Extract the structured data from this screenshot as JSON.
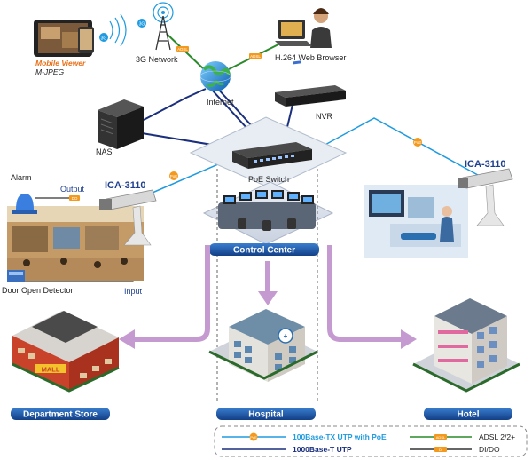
{
  "nodes": {
    "mobile_viewer": "Mobile Viewer",
    "mjpeg": "M-JPEG",
    "network_3g": "3G Network",
    "web_browser": "H.264 Web Browser",
    "internet": "Internet",
    "nvr": "NVR",
    "nas": "NAS",
    "poe_switch": "PoE Switch",
    "control_center": "Control Center",
    "camera_left": "ICA-3110",
    "camera_right": "ICA-3110",
    "alarm": "Alarm",
    "output": "Output",
    "input": "Input",
    "door_detector": "Door Open Detector"
  },
  "sites": {
    "department_store": "Department Store",
    "hospital": "Hospital",
    "hotel": "Hotel",
    "mall_sign": "MALL"
  },
  "legend": {
    "poe": "100Base-TX UTP with PoE",
    "gigabit": "1000Base-T UTP",
    "adsl": "ADSL 2/2+",
    "dido": "DI/DO"
  },
  "badges": {
    "three_g": "3G",
    "poe": "PoE",
    "adsl": "ADSL",
    "di": "DI",
    "do": "DO"
  },
  "colors": {
    "poe_line": "#1e9be0",
    "gigabit_line": "#1a2f7d",
    "adsl_line": "#2a8a2a",
    "dido_line": "#333333",
    "badge": "#f39a1e",
    "label_bar": "#1d5aa8",
    "arrow": "#c59ad0"
  }
}
